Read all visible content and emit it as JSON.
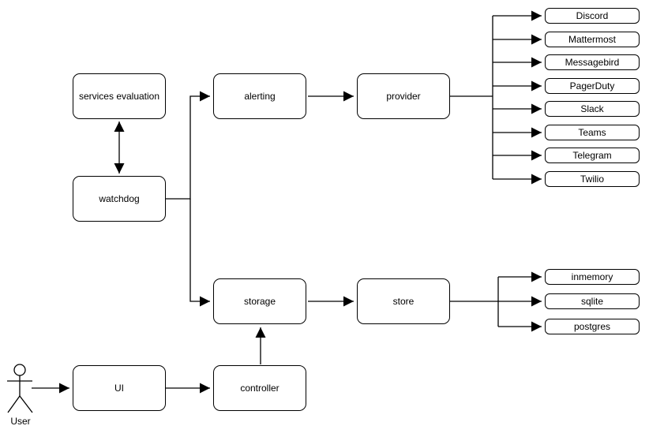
{
  "diagram": {
    "type": "architecture-flow-diagram",
    "background": "#ffffff",
    "colors": {
      "stroke": "#000000",
      "fill": "#ffffff",
      "text": "#000000"
    }
  },
  "actor": {
    "label": "User"
  },
  "nodes": {
    "services_evaluation": {
      "label": "services evaluation"
    },
    "watchdog": {
      "label": "watchdog"
    },
    "alerting": {
      "label": "alerting"
    },
    "provider": {
      "label": "provider"
    },
    "storage": {
      "label": "storage"
    },
    "store": {
      "label": "store"
    },
    "ui": {
      "label": "UI"
    },
    "controller": {
      "label": "controller"
    }
  },
  "providers": [
    "Discord",
    "Mattermost",
    "Messagebird",
    "PagerDuty",
    "Slack",
    "Teams",
    "Telegram",
    "Twilio"
  ],
  "stores": [
    "inmemory",
    "sqlite",
    "postgres"
  ],
  "edges": [
    {
      "from": "services evaluation",
      "to": "watchdog",
      "bidirectional": true
    },
    {
      "from": "watchdog",
      "to": "alerting"
    },
    {
      "from": "watchdog",
      "to": "storage"
    },
    {
      "from": "alerting",
      "to": "provider"
    },
    {
      "from": "provider",
      "to": [
        "Discord",
        "Mattermost",
        "Messagebird",
        "PagerDuty",
        "Slack",
        "Teams",
        "Telegram",
        "Twilio"
      ]
    },
    {
      "from": "storage",
      "to": "store"
    },
    {
      "from": "store",
      "to": [
        "inmemory",
        "sqlite",
        "postgres"
      ]
    },
    {
      "from": "controller",
      "to": "storage"
    },
    {
      "from": "UI",
      "to": "controller"
    },
    {
      "from": "User",
      "to": "UI"
    }
  ]
}
